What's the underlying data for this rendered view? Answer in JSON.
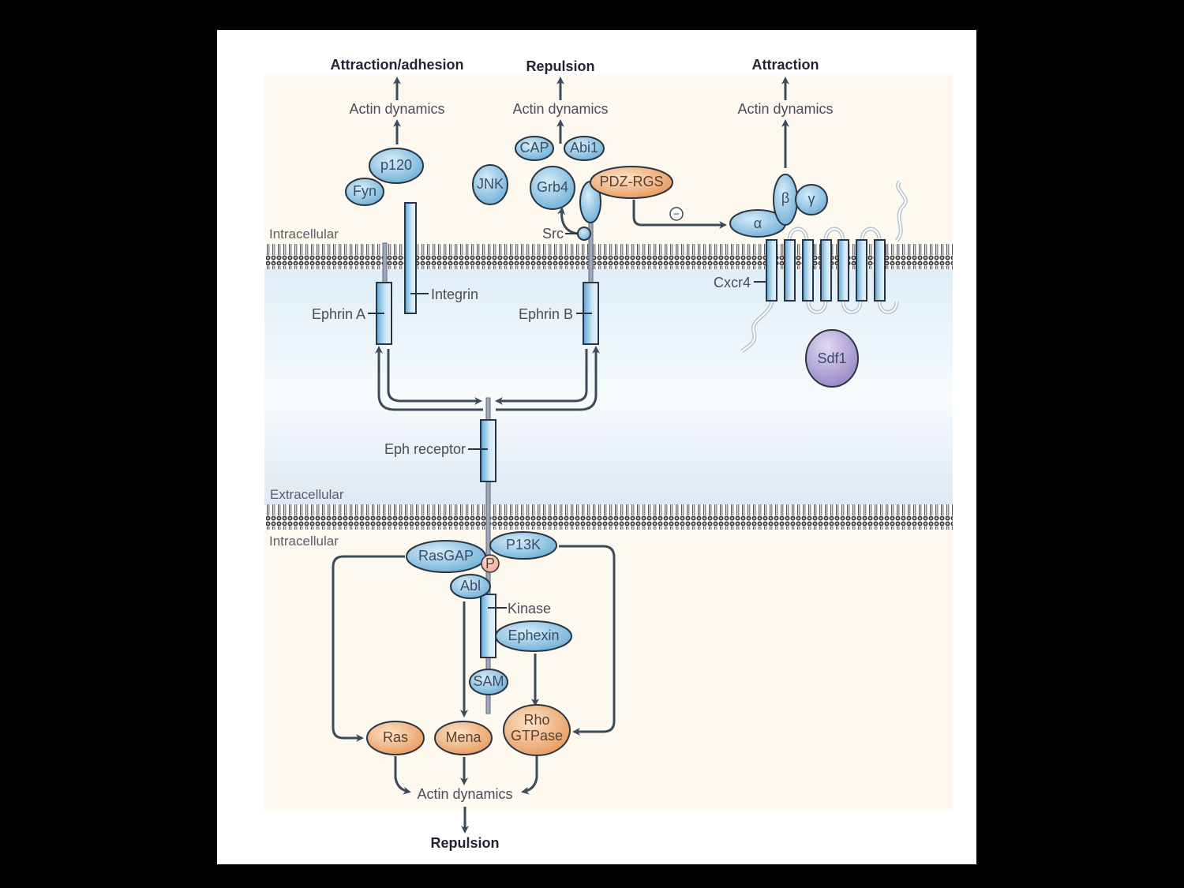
{
  "titles": {
    "attraction_adhesion": "Attraction/adhesion",
    "repulsion_top": "Repulsion",
    "attraction": "Attraction",
    "repulsion_bottom": "Repulsion"
  },
  "process_labels": {
    "actin_left": "Actin dynamics",
    "actin_middle": "Actin dynamics",
    "actin_right": "Actin dynamics",
    "actin_bottom": "Actin dynamics"
  },
  "regions": {
    "intracellular_top": "Intracellular",
    "extracellular": "Extracellular",
    "intracellular_bottom": "Intracellular"
  },
  "proteins": {
    "p120": "p120",
    "fyn": "Fyn",
    "jnk": "JNK",
    "cap": "CAP",
    "abi1": "Abi1",
    "grb4": "Grb4",
    "pdz_rgs": "PDZ-RGS",
    "src": "Src",
    "alpha": "α",
    "beta": "β",
    "gamma": "γ",
    "sdf1": "Sdf1",
    "rasgap": "RasGAP",
    "p13k": "P13K",
    "p": "P",
    "abl": "Abl",
    "ephexin": "Ephexin",
    "sam": "SAM",
    "ras": "Ras",
    "mena": "Mena",
    "rho_line1": "Rho",
    "rho_line2": "GTPase",
    "inhibit": "−"
  },
  "receptor_labels": {
    "integrin": "Integrin",
    "ephrin_a": "Ephrin A",
    "ephrin_b": "Ephrin B",
    "cxcr4": "Cxcr4",
    "eph_receptor": "Eph receptor",
    "kinase": "Kinase"
  },
  "colors": {
    "protein_blue": "#8ec6e6",
    "protein_orange": "#f0b07a",
    "ligand_purple": "#a99bd0",
    "phospho": "#f4b8a0",
    "intracellular_bg": "#fdf9ef",
    "extracellular_bg": "#e6f1f8"
  }
}
